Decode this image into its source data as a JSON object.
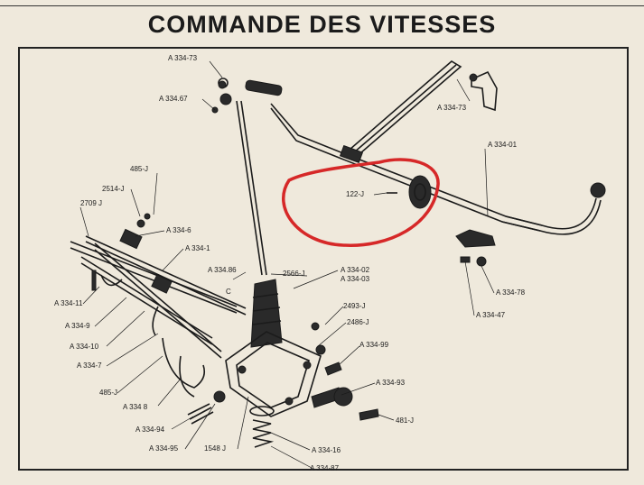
{
  "title": "COMMANDE DES VITESSES",
  "labels": {
    "l_73": "A 334-73",
    "l_67": "A 334.67",
    "l_73b": "A 334-73",
    "l_01": "A 334-01",
    "l_485a": "485-J",
    "l_2514": "2514-J",
    "l_2709": "2709 J",
    "l_6": "A 334-6",
    "l_1": "A 334-1",
    "l_86": "A 334.86",
    "l_c": "C",
    "l_2566": "2566-J",
    "l_02": "A 334-02",
    "l_03": "A 334-03",
    "l_122": "122-J",
    "l_11": "A 334-11",
    "l_9": "A 334-9",
    "l_10": "A 334-10",
    "l_7": "A 334-7",
    "l_485b": "485-J",
    "l_8": "A 334 8",
    "l_94": "A 334-94",
    "l_95": "A 334-95",
    "l_1548": "1548 J",
    "l_16": "A 334-16",
    "l_87": "A 334-87",
    "l_2493": "2493-J",
    "l_2486": "2486-J",
    "l_99": "A 334-99",
    "l_93": "A 334-93",
    "l_481": "481-J",
    "l_78": "A 334-78",
    "l_47": "A 334-47"
  },
  "colors": {
    "paper": "#efe9dc",
    "ink": "#1b1b1b",
    "highlight_circle": "#d62828"
  }
}
